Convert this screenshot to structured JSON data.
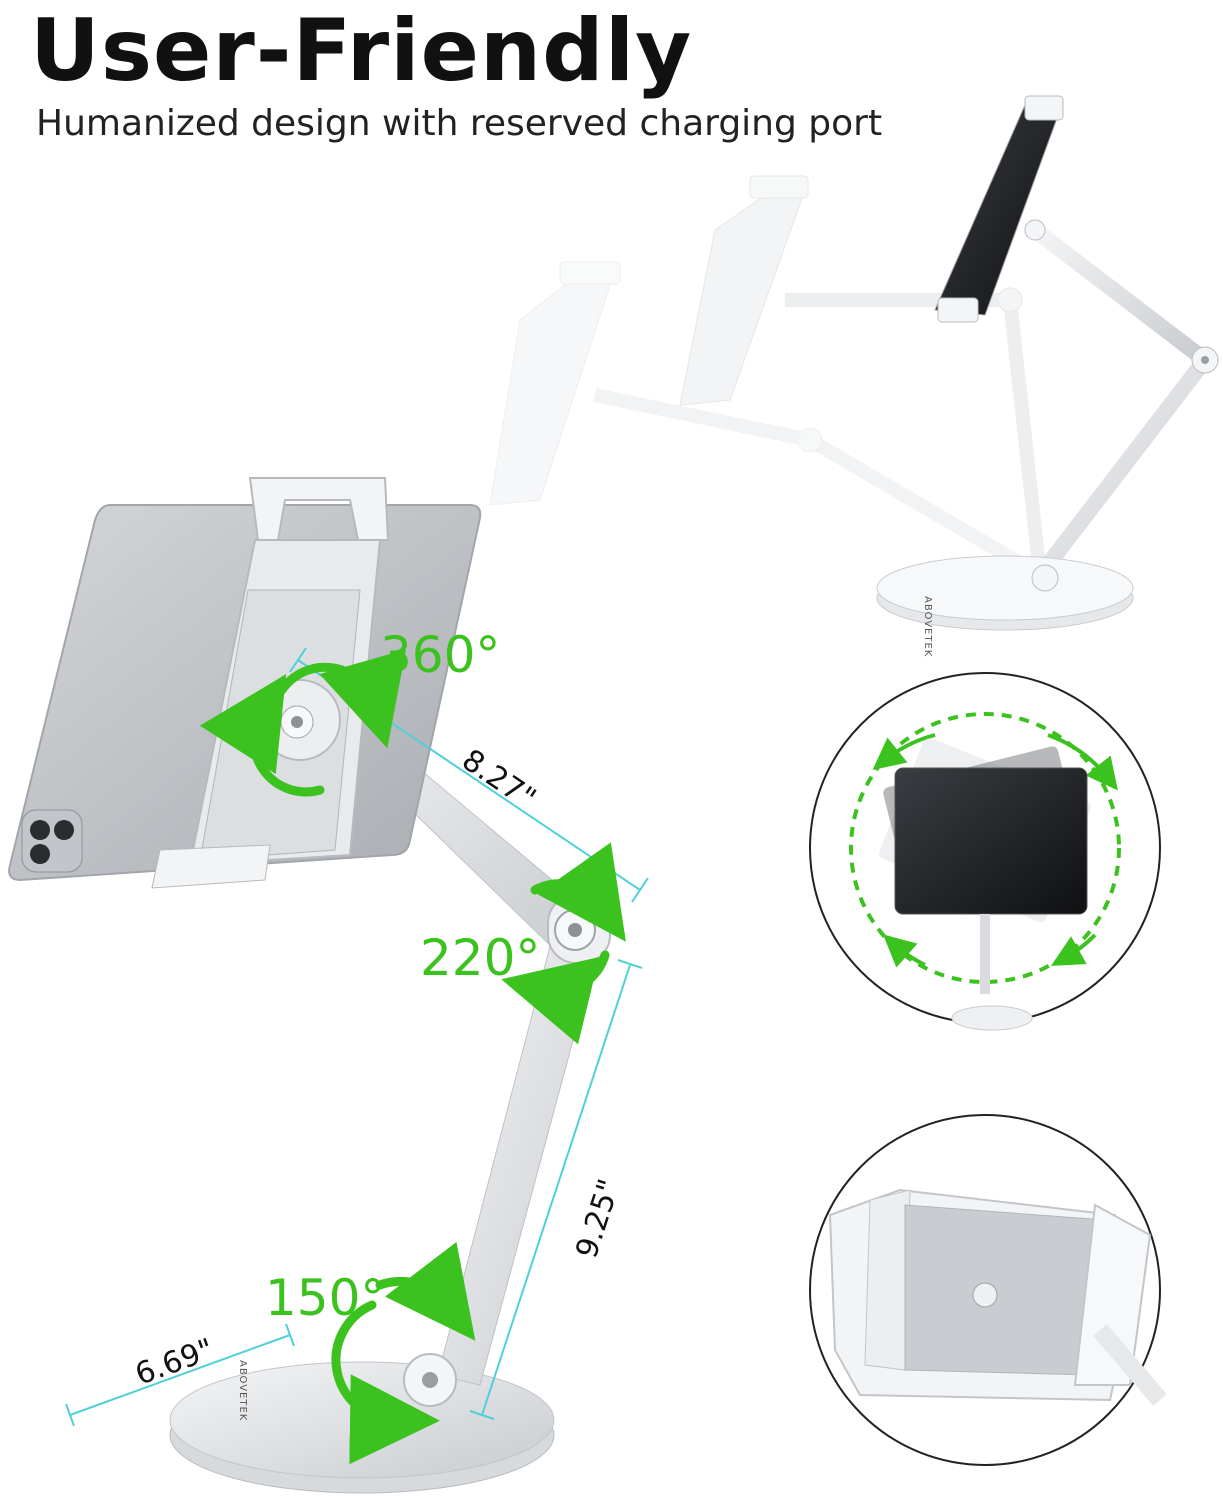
{
  "header": {
    "title": "User-Friendly",
    "subtitle": "Humanized design with reserved charging port"
  },
  "annotations": {
    "rotation_holder": "360°",
    "rotation_middle": "220°",
    "rotation_base": "150°",
    "upper_arm_length": "8.27\"",
    "lower_arm_length": "9.25\"",
    "base_diameter": "6.69\""
  },
  "brand_marks": [
    "ABOVETEK",
    "ABOVETEK"
  ],
  "colors": {
    "accent_green": "#3cc21e",
    "dimension_line": "#4fd0d8",
    "metal": "#d9dbde",
    "tablet_gray": "#b9bcc0"
  }
}
